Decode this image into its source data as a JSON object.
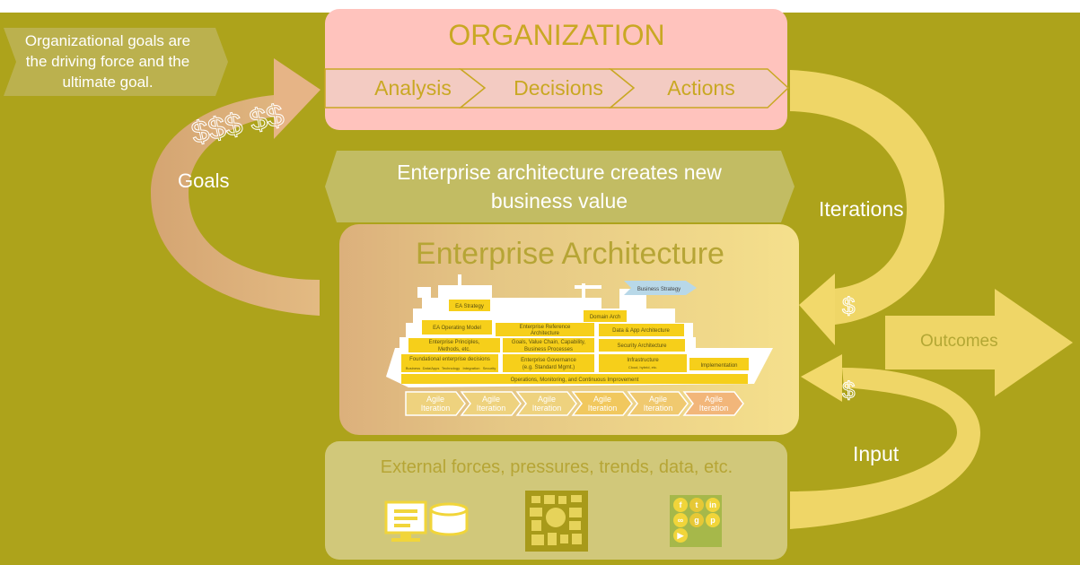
{
  "callout": {
    "text_lines": [
      "Organizational goals are",
      "the driving force and the",
      "ultimate goal."
    ]
  },
  "organization": {
    "title": "ORGANIZATION",
    "steps": [
      "Analysis",
      "Decisions",
      "Actions"
    ]
  },
  "value_banner": {
    "lines": [
      "Enterprise architecture creates new",
      "business value"
    ]
  },
  "ea": {
    "title": "Enterprise Architecture",
    "blocks": {
      "strategy": "EA Strategy",
      "business_strategy": "Business Strategy",
      "domain_arch": "Domain Arch",
      "operating_model": "EA Operating Model",
      "reference_arch": [
        "Enterprise Reference",
        "Architecture"
      ],
      "data_app": "Data & App Architecture",
      "principles": [
        "Enterprise Principles,",
        "Methods, etc."
      ],
      "value_chain": [
        "Goals, Value Chain, Capability,",
        "Business Processes"
      ],
      "security": "Security Architecture",
      "foundational": "Foundational enterprise decisions",
      "foundational_sub": [
        "Business",
        "Data/Apps",
        "Technology",
        "Integration",
        "Security"
      ],
      "governance": [
        "Enterprise Governance",
        "(e.g. Standard Mgmt.)"
      ],
      "infrastructure": "Infrastructure",
      "infrastructure_sub": "Cloud, hybrid, etc.",
      "implementation": "Implementation",
      "operations": "Operations, Monitoring, and Continuous Improvement"
    },
    "iterations": [
      {
        "line1": "Agile",
        "line2": "Iteration"
      },
      {
        "line1": "Agile",
        "line2": "Iteration"
      },
      {
        "line1": "Agile",
        "line2": "Iteration"
      },
      {
        "line1": "Agile",
        "line2": "Iteration"
      },
      {
        "line1": "Agile",
        "line2": "Iteration"
      },
      {
        "line1": "Agile",
        "line2": "Iteration"
      }
    ]
  },
  "external": {
    "title": "External forces, pressures, trends, data, etc."
  },
  "labels": {
    "goals": "Goals",
    "iterations": "Iterations",
    "outcomes": "Outcomes",
    "input": "Input",
    "dollars_top": "$$$ $$",
    "dollar": "$"
  },
  "social_icons": [
    "f",
    "t",
    "in",
    "∞",
    "g",
    "p",
    "▶"
  ],
  "colors": {
    "background": "#ada31b",
    "organization": "#ffc3bd",
    "ea_panel": "#f2da8a",
    "external_panel": "#d1c87a",
    "arrow_yellow": "#f2d96b",
    "arrow_peach": "#e6b486",
    "text_white": "#ffffff",
    "text_olive": "#a89a1a"
  }
}
